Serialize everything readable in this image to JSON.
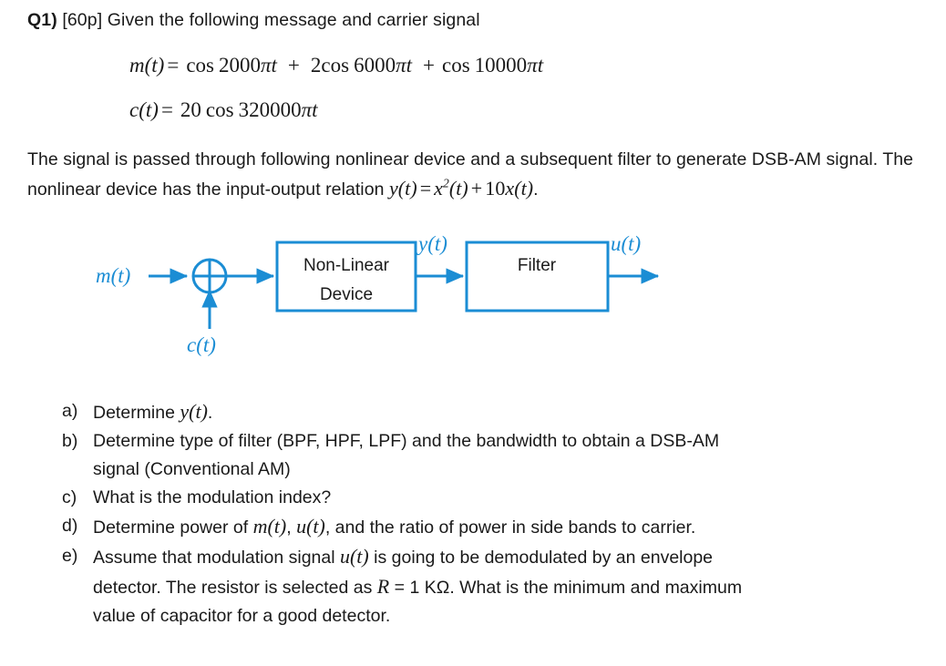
{
  "document": {
    "question_label": "Q1)",
    "points": "[60p]",
    "header_text": "Given the following message and carrier signal",
    "equations": [
      {
        "id": "message-signal",
        "lhs": "m(t)",
        "text": "m(t) = cos 2000πt  +  2cos 6000πt  + cos 10000πt",
        "parts": {
          "fn": "m",
          "arg": "(t)",
          "eq": "=",
          "t1_fn": "cos",
          "t1_num": "2000",
          "t1_pi": "π",
          "t1_t": "t",
          "plus1": "+",
          "t2_coef": "2",
          "t2_fn": "cos",
          "t2_num": "6000",
          "t2_pi": "π",
          "t2_t": "t",
          "plus2": "+",
          "t3_fn": "cos",
          "t3_num": "10000",
          "t3_pi": "π",
          "t3_t": "t"
        }
      },
      {
        "id": "carrier-signal",
        "lhs": "c(t)",
        "text": "c(t) = 20 cos 320000πt",
        "parts": {
          "fn": "c",
          "arg": "(t)",
          "eq": "=",
          "amp": "20",
          "cos": "cos",
          "num": "320000",
          "pi": "π",
          "t": "t"
        }
      }
    ],
    "paragraph": {
      "line1": "The signal is passed through following nonlinear device and a subsequent filter to generate",
      "line2_pre": "DSB-AM signal. The nonlinear device has the input-output relation ",
      "relation": {
        "y": "y",
        "yarg": "(t)",
        "eq": "=",
        "x": "x",
        "exp": "2",
        "xarg": "(t)",
        "plus": "+",
        "coef": "10",
        "x2": "x",
        "x2arg": "(t)"
      },
      "line2_post": "."
    }
  },
  "diagram": {
    "accent_color": "#1B8DD4",
    "text_color": "#1a1a1a",
    "input_label": "m(t)",
    "carrier_label": "c(t)",
    "summer_label": "⊕",
    "block1_line1": "Non-Linear",
    "block1_line2": "Device",
    "block1_output_label": "y(t)",
    "block2_label": "Filter",
    "block2_output_label": "u(t)"
  },
  "questions": [
    {
      "marker": "a)",
      "pre": "Determine ",
      "math": "y(t)",
      "post": ".",
      "extra": ""
    },
    {
      "marker": "b)",
      "pre": "Determine type of filter (BPF, HPF, LPF) and the bandwidth to obtain a DSB-AM",
      "math": "",
      "post": "",
      "extra": "signal (Conventional AM)"
    },
    {
      "marker": "c)",
      "pre": "What is the modulation index?",
      "math": "",
      "post": "",
      "extra": ""
    },
    {
      "marker": "d)",
      "pre": "Determine power of ",
      "math": "m(t)",
      "mid": ", ",
      "math2": "u(t)",
      "post": ", and the ratio of power in side bands to carrier.",
      "extra": ""
    },
    {
      "marker": "e)",
      "pre": "Assume that modulation signal ",
      "math": "u(t)",
      "post": " is going to be demodulated by an envelope",
      "line2_pre": "detector. The resistor is selected as ",
      "line2_math": "R",
      "line2_mid": " = 1 KΩ. What is the minimum and maximum",
      "line3": "value of capacitor for a good detector."
    }
  ]
}
